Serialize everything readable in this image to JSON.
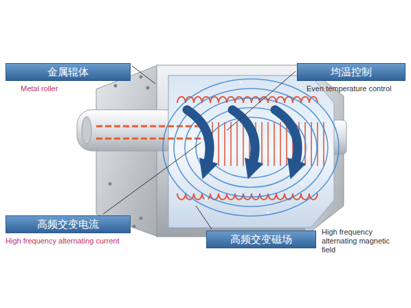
{
  "diagram": {
    "nodes": [
      {
        "text": [
          "金属辊体",
          "Metal roller"
        ]
      },
      {
        "text": [
          "均温控制",
          "Even temperature control"
        ]
      },
      {
        "text": [
          "高频交变电流",
          "High frequency alternating current"
        ]
      },
      {
        "text": [
          "高频交变磁场",
          "High frequency alternating magnetic field"
        ]
      }
    ]
  }
}
